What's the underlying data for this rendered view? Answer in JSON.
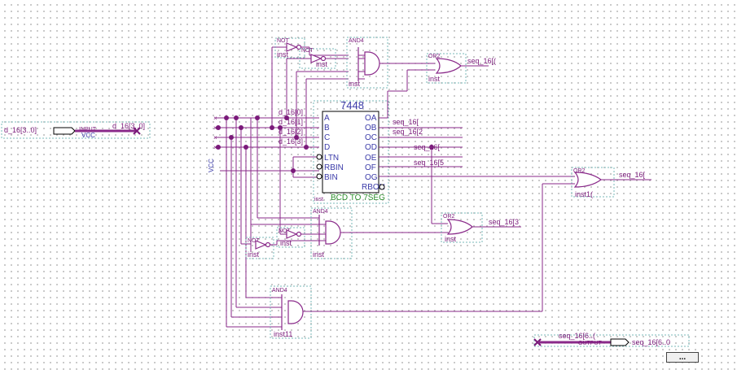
{
  "labels": {
    "input_name": "d_16[3..0]",
    "input_type": "INPUT",
    "input_default": "VCC",
    "input_bus": "d_16[3..0]",
    "d0": "d_16[0]",
    "d1": "d_16[1]",
    "d2": "d_16[2]",
    "d3": "d_16[3]",
    "vcc_side": "VCC",
    "chip_title": "7448",
    "chip_footer": "BCD TO 7SEG",
    "chip_inst": "inst",
    "pin_a": "A",
    "pin_b": "B",
    "pin_c": "C",
    "pin_d": "D",
    "pin_ltn": "LTN",
    "pin_rbin": "RBIN",
    "pin_bin": "BIN",
    "pin_oa": "OA",
    "pin_ob": "OB",
    "pin_oc": "OC",
    "pin_od": "OD",
    "pin_oe": "OE",
    "pin_of": "OF",
    "pin_og": "OG",
    "pin_rbon": "RBON",
    "seq_ob": "seq_16[",
    "seq_oc": "seq_16[2",
    "seq_oe": "seq_16[",
    "seq_og": "seq_16[5",
    "seq_or1": "seq_16[(",
    "seq_or2": "seq_16[",
    "seq_or3": "seq_16[3",
    "not_type": "NOT",
    "and4_type": "AND4",
    "or2_type": "OR2",
    "inst_not1": "inst",
    "inst_not2": "inst",
    "inst_and_top": "inst",
    "inst_or_top": "inst",
    "inst_or_right": "inst1(",
    "inst_and_mid": "inst",
    "inst_not3": "inst",
    "inst_not4": "inst",
    "inst_or_mid": "inst",
    "inst_and_bot": "inst11",
    "output_net": "seq_16[6..(",
    "output_type": "OUTPUT",
    "output_name": "seq_16[6..0",
    "more_button": "..."
  }
}
